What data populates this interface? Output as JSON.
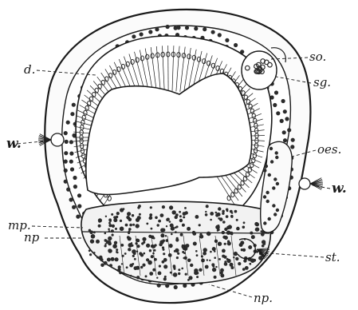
{
  "figure": {
    "ink_color": "#1a1a1a",
    "cell_fill": "#fbfbfb",
    "nucleus_color": "#2b2b2b",
    "labels": {
      "d": "d.",
      "so": "so.",
      "sg": "sg.",
      "w_left": "w.",
      "oes": "oes.",
      "w_right": "w.",
      "mp": "mp.",
      "np_left": "np",
      "st": "st.",
      "np_bottom": "np."
    }
  }
}
